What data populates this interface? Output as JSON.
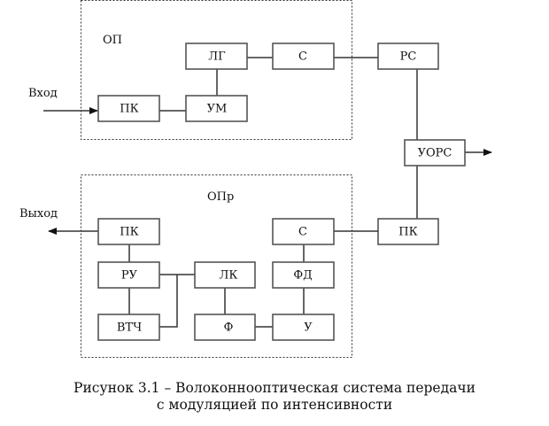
{
  "transmitter": {
    "title": "ОП",
    "blocks": {
      "lg": "ЛГ",
      "s": "С",
      "pk": "ПК",
      "um": "УМ"
    },
    "input_label": "Вход"
  },
  "line": {
    "rs": "РС",
    "uors": "УОРС",
    "pk": "ПК"
  },
  "receiver": {
    "title": "ОПр",
    "blocks": {
      "pk": "ПК",
      "ru": "РУ",
      "vtch": "ВТЧ",
      "lk": "ЛК",
      "f": "Ф",
      "s": "С",
      "fd": "ФД",
      "u": "У"
    },
    "output_label": "Выход"
  },
  "caption": {
    "line1": "Рисунок 3.1 – Волоконнооптическая система передачи",
    "line2": "с модуляцией по интенсивности"
  }
}
